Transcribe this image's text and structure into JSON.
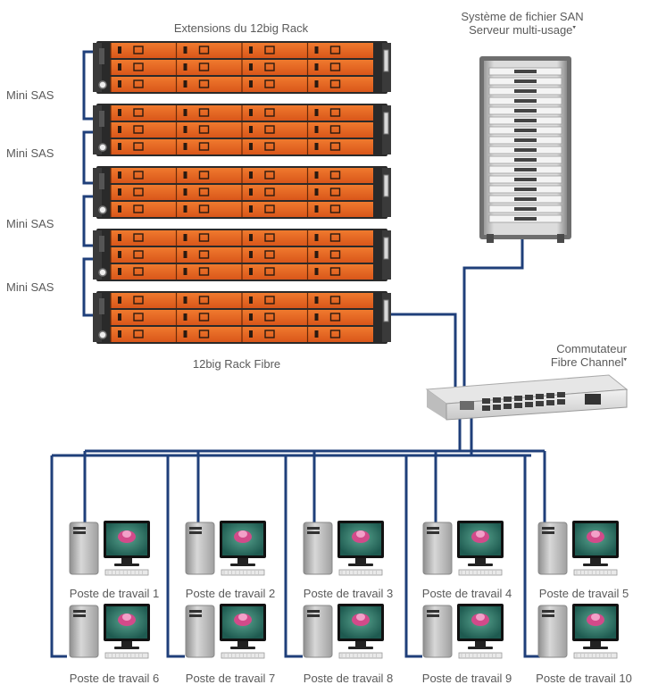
{
  "labels": {
    "expansions_title": "Extensions du 12big Rack",
    "main_unit_label": "12big Rack Fibre",
    "san_line1": "Système de fichier SAN",
    "san_line2": "Serveur multi-usage",
    "switch_line1": "Commutateur",
    "switch_line2": "Fibre Channel",
    "mark": "▾",
    "mini_sas": [
      "Mini SAS",
      "Mini SAS",
      "Mini SAS",
      "Mini SAS"
    ]
  },
  "workstations": [
    "Poste de travail 1",
    "Poste de travail 2",
    "Poste de travail 3",
    "Poste de travail 4",
    "Poste de travail 5",
    "Poste de travail 6",
    "Poste de travail 7",
    "Poste de travail 8",
    "Poste de travail 9",
    "Poste de travail 10"
  ],
  "colors": {
    "cable": "#1f3f7a",
    "rack_orange": "#e8641b",
    "rack_dark": "#2a2a2a",
    "server_gray": "#cfcfcf",
    "screen_teal": "#2f7a6e",
    "flower_pink": "#d24a8a"
  },
  "icons": {
    "rack_unit": "storage-rack-icon",
    "server": "server-tower-icon",
    "switch": "fibre-switch-icon",
    "workstation": "workstation-icon"
  }
}
